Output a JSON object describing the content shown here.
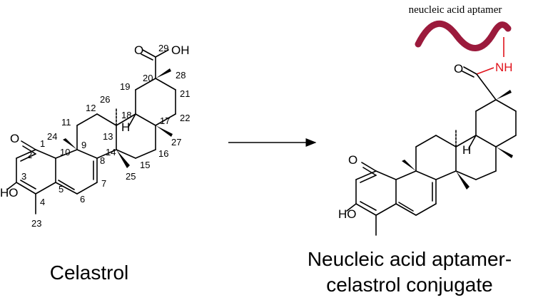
{
  "left_molecule": {
    "caption": "Celastrol",
    "atoms": {
      "O_ketone": "O",
      "HO": "HO",
      "carbonyl_O": "O",
      "OH": "OH",
      "H": "H"
    },
    "numbers": [
      "1",
      "2",
      "3",
      "4",
      "5",
      "6",
      "7",
      "8",
      "9",
      "10",
      "11",
      "12",
      "13",
      "14",
      "15",
      "16",
      "17",
      "18",
      "19",
      "20",
      "21",
      "22",
      "23",
      "24",
      "25",
      "26",
      "27",
      "28",
      "29"
    ]
  },
  "right_molecule": {
    "caption_line1": "Neucleic acid aptamer-",
    "caption_line2": "celastrol conjugate",
    "aptamer_label": "neucleic acid aptamer",
    "atoms": {
      "O_ketone": "O",
      "HO": "HO",
      "carbonyl_O": "O",
      "NH": "NH",
      "H": "H"
    }
  },
  "colors": {
    "aptamer": "#9b1a3c",
    "linker": "#e0121b",
    "bonds": "#000000"
  },
  "reaction_arrow": "right-arrow"
}
